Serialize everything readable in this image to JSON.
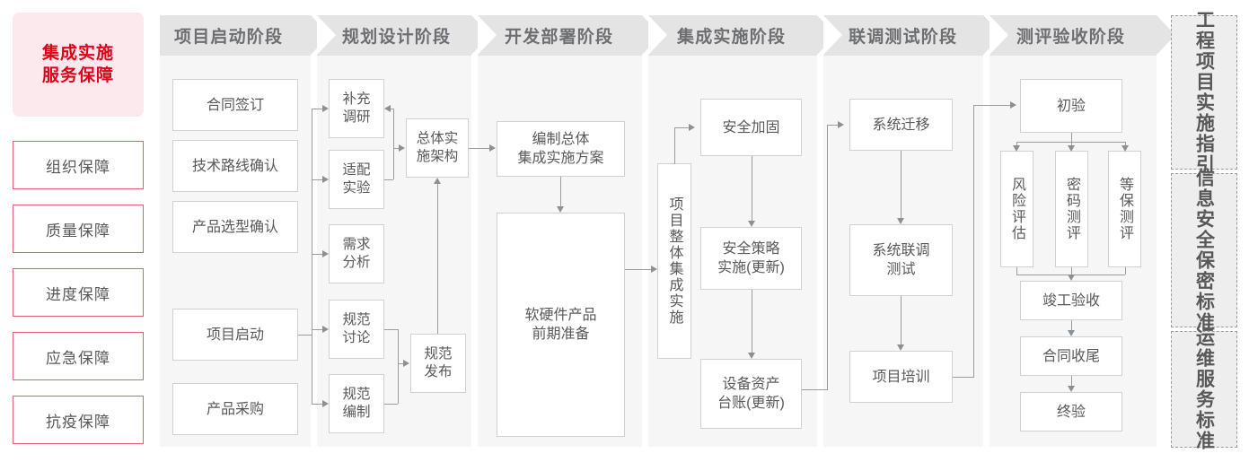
{
  "guarantee_panel": {
    "title_lines": [
      "集成实施",
      "服务保障"
    ],
    "title_color": "#e1001a",
    "title_bg": "#fce9ed",
    "border_color": "#e4616f",
    "items": [
      {
        "label": "组织保障"
      },
      {
        "label": "质量保障"
      },
      {
        "label": "进度保障"
      },
      {
        "label": "应急保障"
      },
      {
        "label": "抗疫保障"
      }
    ]
  },
  "phases": [
    {
      "header": "项目启动阶段"
    },
    {
      "header": "规划设计阶段"
    },
    {
      "header": "开发部署阶段"
    },
    {
      "header": "集成实施阶段"
    },
    {
      "header": "联调测试阶段"
    },
    {
      "header": "测评验收阶段"
    }
  ],
  "nodes": {
    "p1": {
      "n1": "合同签订",
      "n2": "技术路线确认",
      "n3": "产品选型确认",
      "n4": "项目启动",
      "n5": "产品采购"
    },
    "p2": {
      "n1": "补充\n调研",
      "n2": "适配\n实验",
      "n3": "需求\n分析",
      "n4": "规范\n讨论",
      "n5": "规范\n编制",
      "arch": "总体实\n施架构",
      "release": "规范\n发布"
    },
    "p3": {
      "plan": "编制总体\n集成实施方案",
      "prep": "软硬件产品\n前期准备"
    },
    "p4": {
      "overall": "项目整体集成实施",
      "n1": "安全加固",
      "n2": "安全策略\n实施(更新)",
      "n3": "设备资产\n台账(更新)"
    },
    "p5": {
      "n1": "系统迁移",
      "n2": "系统联调\n测试",
      "n3": "项目培训"
    },
    "p6": {
      "n1": "初验",
      "n2": "风险评估",
      "n3": "密码测评",
      "n4": "等保测评",
      "n5": "竣工验收",
      "n6": "合同收尾",
      "n7": "终验"
    }
  },
  "standards_rail": [
    {
      "label": "工程项目实施指引"
    },
    {
      "label": "信息安全保密标准"
    },
    {
      "label": "运维服务标准"
    }
  ],
  "colors": {
    "accent_red": "#e1001a",
    "accent_pink_bg": "#fce9ed",
    "accent_border": "#e4616f",
    "header_gray": "#e4e4e4",
    "column_gray": "#f6f6f6",
    "node_border": "#cfd2d4",
    "line_gray": "#9a9da0",
    "text_gray": "#58595b",
    "rail_bg": "#eeeeee"
  }
}
